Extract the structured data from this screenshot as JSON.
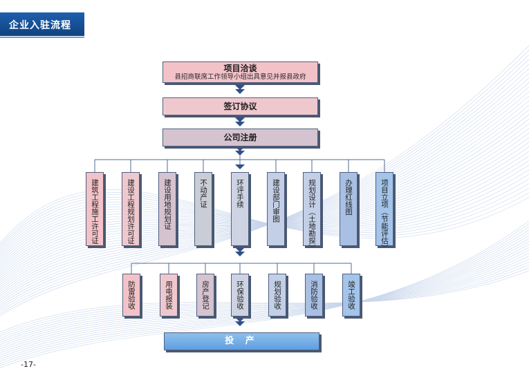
{
  "header": {
    "title": "企业入驻流程"
  },
  "flow": {
    "step1": {
      "title": "项目洽谈",
      "subtitle": "县招商联席工作领导小组出具意见并报县政府"
    },
    "step2": {
      "title": "签订协议"
    },
    "step3": {
      "title": "公司注册"
    },
    "permits": [
      "建筑工程施工许可证",
      "建设工程规划许可证",
      "建设用地规划证",
      "不动产证",
      "环评手续",
      "建设部门审图",
      "规划设计（土地勘探）",
      "办理红线图",
      "项目立项（节能评估）"
    ],
    "inspections": [
      "防雷验收",
      "用电报装",
      "房产登记",
      "环保验收",
      "规划验收",
      "消防验收",
      "竣工验收"
    ],
    "final": {
      "title": "投 产"
    }
  },
  "footer": {
    "page_number": "-17-"
  },
  "colors": {
    "header_bg": "#10427f",
    "box_border": "#4d5f80",
    "connector": "#4f6a94",
    "final_bg": "#5f9ee0"
  }
}
